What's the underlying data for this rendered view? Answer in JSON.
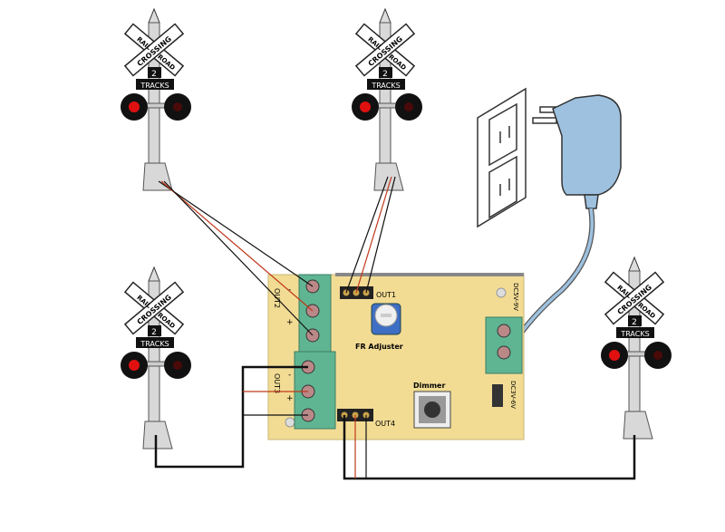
{
  "sign": {
    "line1": "RAIL",
    "line2": "CROSSING",
    "line3": "ROAD",
    "count": "2",
    "tracks": "TRACKS"
  },
  "board": {
    "out1": "OUT1",
    "out2": "OUT2",
    "out3": "OUT3",
    "out4": "OUT4",
    "adjuster": "FR Adjuster",
    "dimmer": "Dimmer",
    "input_label": "DC5V-9V",
    "jumper_label": "DC3V-6V",
    "minus": "-",
    "plus": "+"
  },
  "colors": {
    "board": "#f2dc94",
    "terminal": "#5fb592",
    "adapter": "#9ec1e0",
    "wire_red": "#c0391b",
    "wire_black": "#111111",
    "light_on": "#e01010"
  }
}
